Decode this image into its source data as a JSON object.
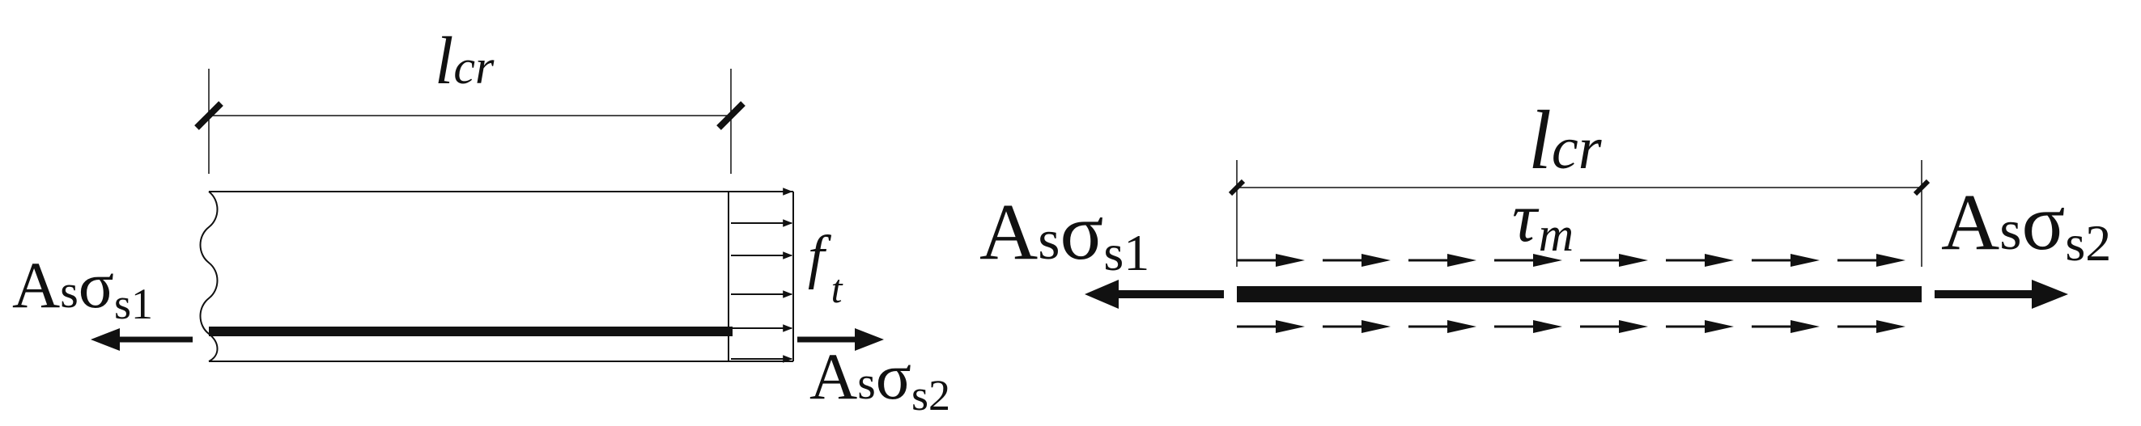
{
  "left_figure": {
    "length_label": "l",
    "length_sub": "cr",
    "left_force": {
      "A": "A",
      "s": "s",
      "sigma": "σ",
      "sub": "s1"
    },
    "right_force": {
      "A": "A",
      "s": "s",
      "sigma": "σ",
      "sub": "s2"
    },
    "stress_label": "f",
    "stress_sub": "t"
  },
  "right_figure": {
    "length_label": "l",
    "length_sub": "cr",
    "bond_label": "τ",
    "bond_sub": "m",
    "left_force": {
      "A": "A",
      "s": "s",
      "sigma": "σ",
      "sub": "s1"
    },
    "right_force": {
      "A": "A",
      "s": "s",
      "sigma": "σ",
      "sub": "s2"
    }
  },
  "colors": {
    "ink": "#111111",
    "background": "#ffffff"
  }
}
